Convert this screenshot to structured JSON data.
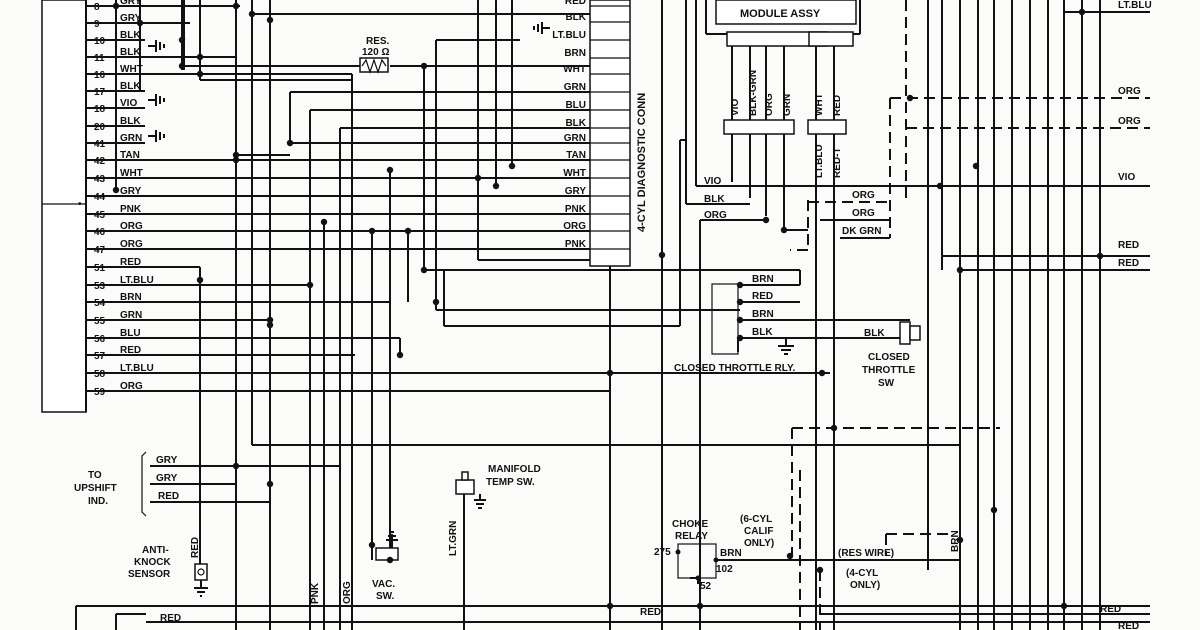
{
  "ecm": {
    "pins": [
      {
        "num": "8",
        "wire": "GRY"
      },
      {
        "num": "9",
        "wire": "GRY"
      },
      {
        "num": "10",
        "wire": "BLK"
      },
      {
        "num": "11",
        "wire": "BLK"
      },
      {
        "num": "16",
        "wire": "WHT"
      },
      {
        "num": "17",
        "wire": "BLK"
      },
      {
        "num": "18",
        "wire": "VIO"
      },
      {
        "num": "20",
        "wire": "BLK"
      },
      {
        "num": "41",
        "wire": "GRN"
      },
      {
        "num": "42",
        "wire": "TAN"
      },
      {
        "num": "43",
        "wire": "WHT"
      },
      {
        "num": "44",
        "wire": "GRY"
      },
      {
        "num": "45",
        "wire": "PNK"
      },
      {
        "num": "46",
        "wire": "ORG"
      },
      {
        "num": "47",
        "wire": "ORG"
      },
      {
        "num": "51",
        "wire": "RED"
      },
      {
        "num": "53",
        "wire": "LT.BLU"
      },
      {
        "num": "54",
        "wire": "BRN"
      },
      {
        "num": "55",
        "wire": "GRN"
      },
      {
        "num": "56",
        "wire": "BLU"
      },
      {
        "num": "57",
        "wire": "RED"
      },
      {
        "num": "58",
        "wire": "LT.BLU"
      },
      {
        "num": "59",
        "wire": "ORG"
      }
    ]
  },
  "resistor": {
    "label": "RES.",
    "value": "120 Ω"
  },
  "diag_conn": {
    "title": "4-CYL DIAGNOSTIC CONN",
    "wires": [
      "RED",
      "BLK",
      "LT.BLU",
      "BRN",
      "WHT",
      "GRN",
      "BLU",
      "BLK",
      "GRN",
      "TAN",
      "WHT",
      "GRY",
      "PNK",
      "ORG",
      "PNK"
    ]
  },
  "module": {
    "title": "MODULE ASSY",
    "vertical_wires": [
      "VIO",
      "BLK-GRN",
      "ORG",
      "GRN",
      "WHT",
      "RED"
    ],
    "lower_wires": [
      "LT.BLU",
      "RED-T"
    ]
  },
  "module_outputs": [
    "VIO",
    "BLK",
    "ORG",
    "ORG",
    "ORG",
    "DK GRN"
  ],
  "right_wires": [
    "ORG",
    "ORG",
    "VIO",
    "RED",
    "RED",
    "RED"
  ],
  "top_right_wire": "LT.BLU",
  "relay": {
    "label": "CLOSED THROTTLE RLY.",
    "wires": [
      "BRN",
      "RED",
      "BRN",
      "BLK"
    ],
    "switch_wire": "BLK",
    "switch_label": [
      "CLOSED",
      "THROTTLE",
      "SW"
    ]
  },
  "upshift": {
    "label": [
      "TO",
      "UPSHIFT",
      "IND."
    ],
    "wires": [
      "GRY",
      "GRY",
      "RED"
    ]
  },
  "manifold": {
    "label": [
      "MANIFOLD",
      "TEMP SW."
    ],
    "wire": "LT.GRN"
  },
  "antiknock": {
    "label": [
      "ANTI-",
      "KNOCK",
      "SENSOR"
    ],
    "wire": "RED"
  },
  "vac": {
    "label": [
      "VAC.",
      "SW."
    ]
  },
  "vertical_labels": {
    "pnk": "PNK",
    "org": "ORG",
    "brn": "BRN"
  },
  "choke": {
    "label": [
      "CHOKE",
      "RELAY"
    ],
    "pin1": "275",
    "pin2": "102",
    "pin3": "52",
    "wire": "BRN"
  },
  "notes": {
    "six_cyl": [
      "(6-CYL",
      "CALIF",
      "ONLY)"
    ],
    "res_wire": "(RES WIRE)",
    "four_cyl": [
      "(4-CYL",
      "ONLY)"
    ]
  },
  "bottom_wires": [
    "RED",
    "RED",
    "RED"
  ]
}
